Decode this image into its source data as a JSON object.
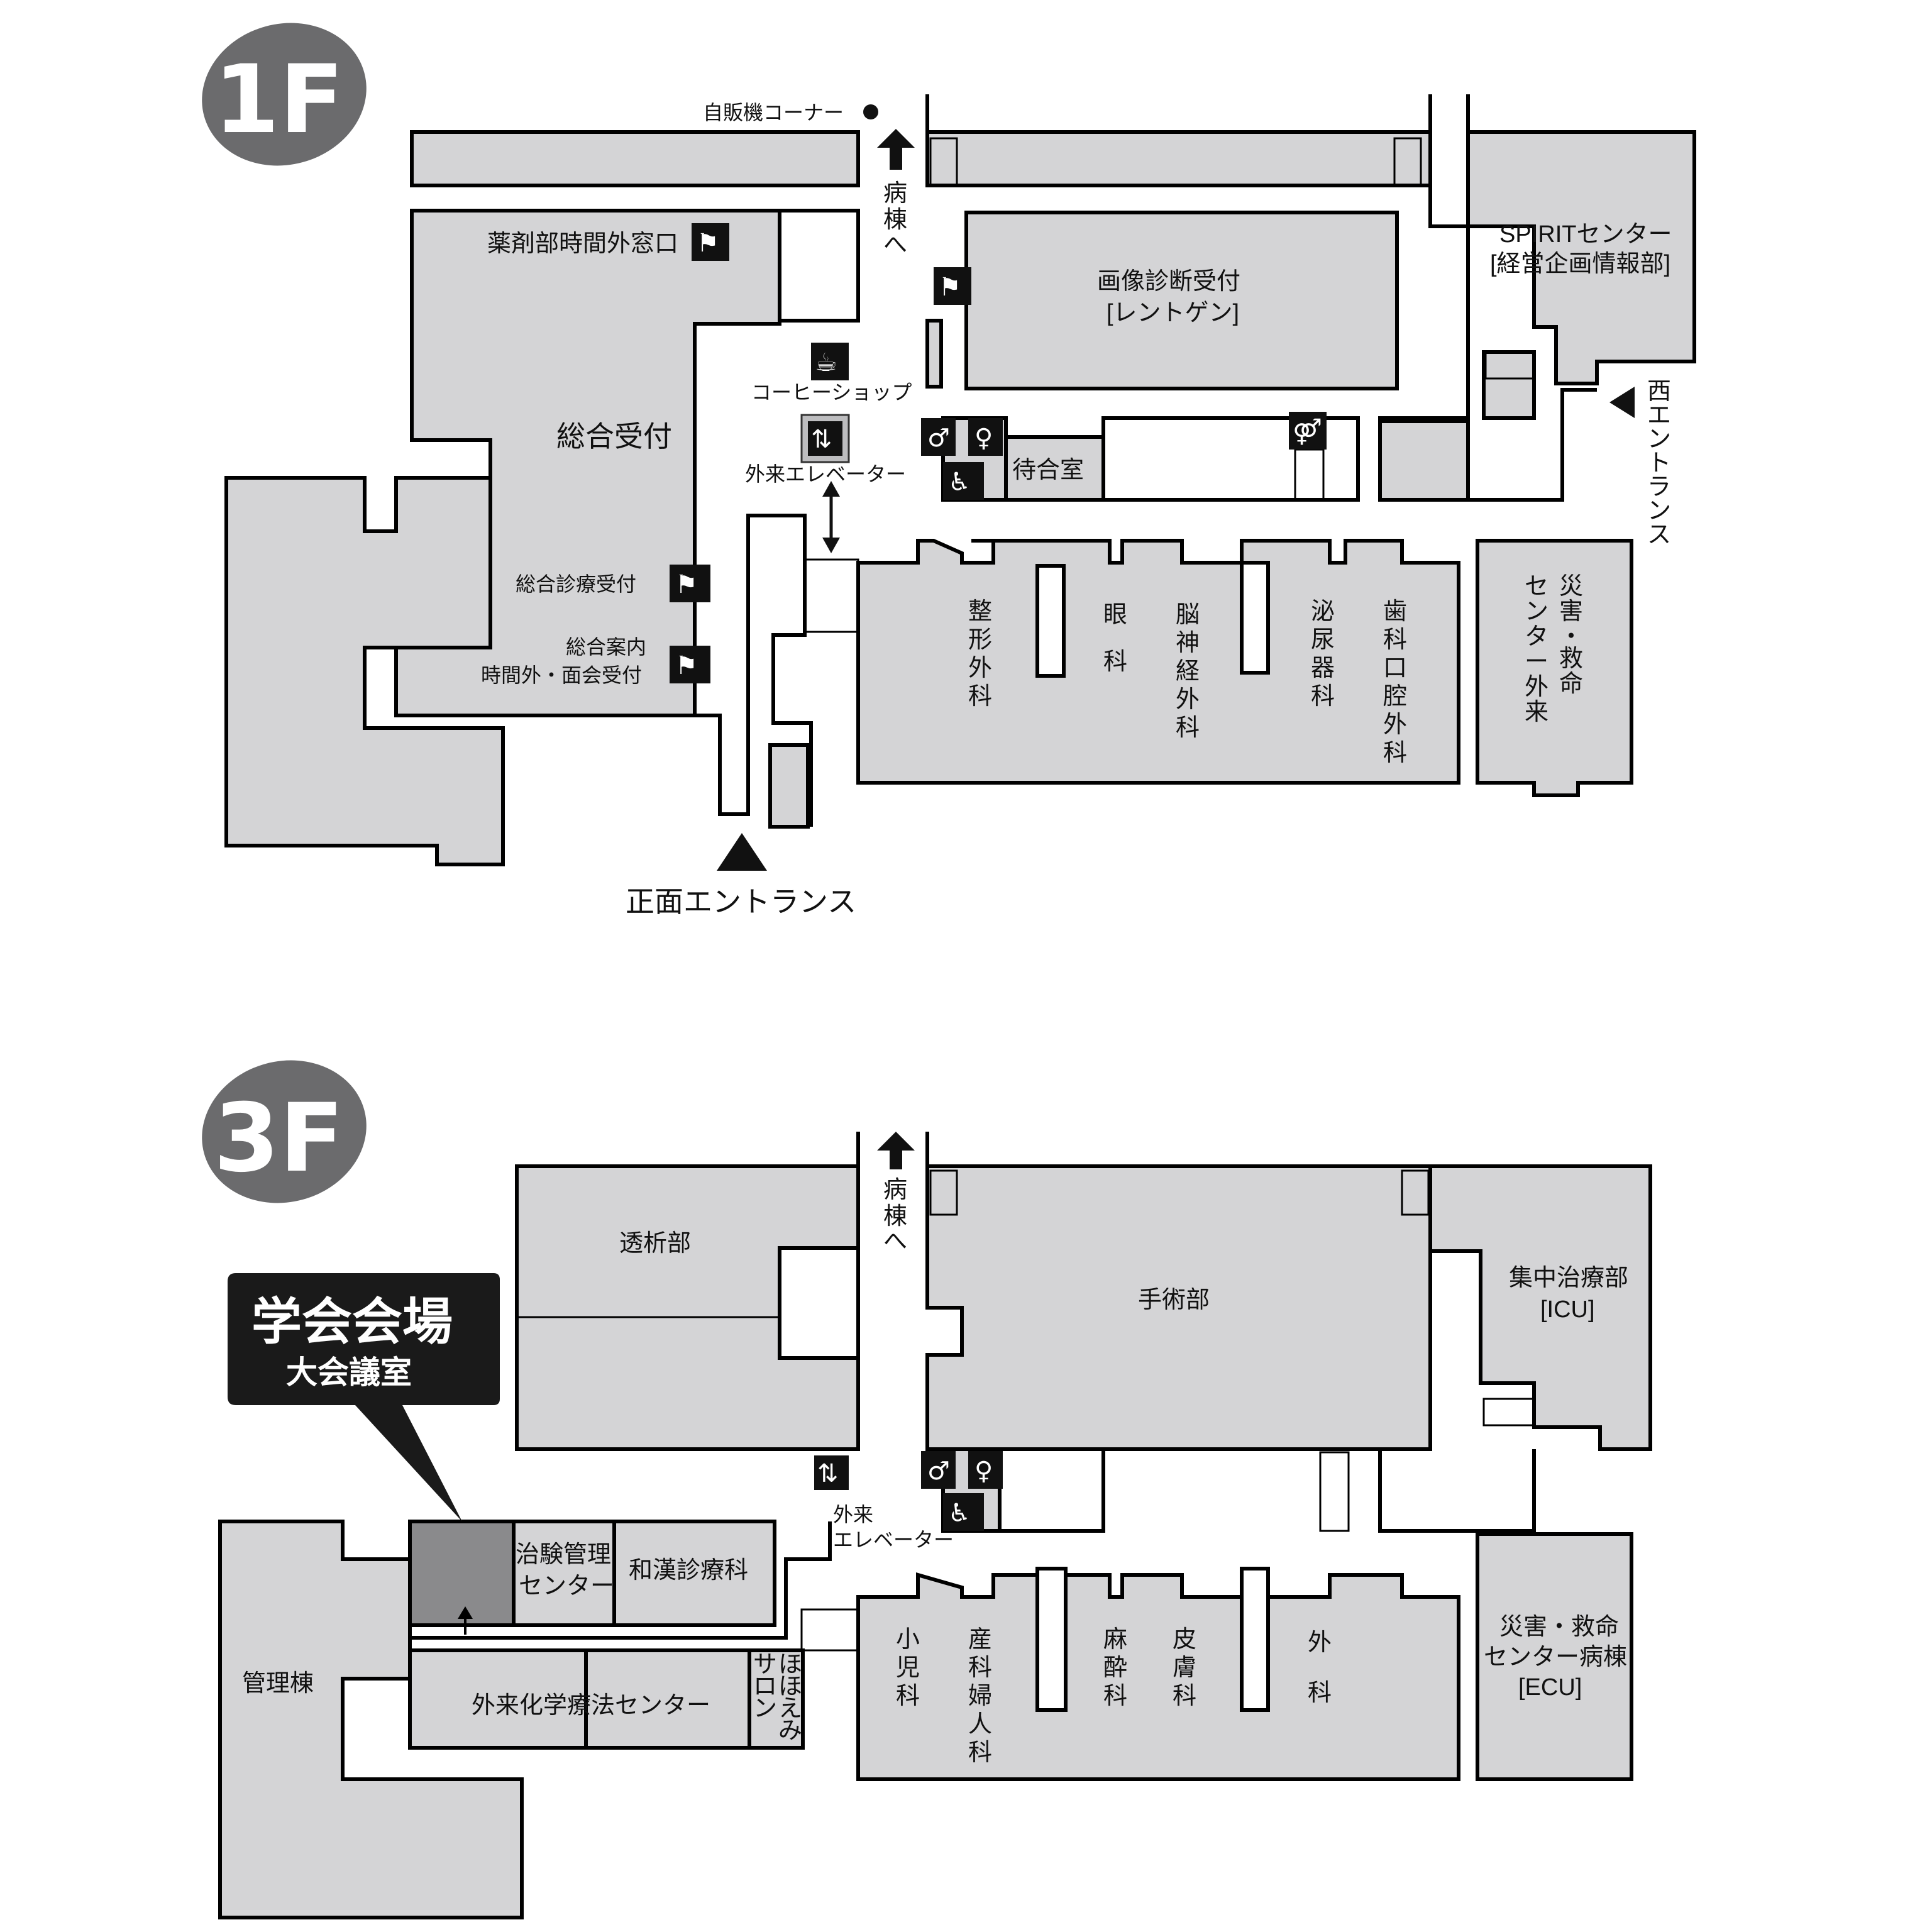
{
  "floor1": {
    "badge": "1F",
    "labels": {
      "vending": "自販機コーナー",
      "to_ward": [
        "病",
        "棟",
        "へ"
      ],
      "pharmacy": "薬剤部時間外窓口",
      "imaging": "画像診断受付",
      "imaging_sub": "[レントゲン]",
      "spirit": "SPIRITセンター",
      "spirit_sub": "[経営企画情報部]",
      "coffee": "コーヒーショップ",
      "reception": "総合受付",
      "elevator": "外来エレベーター",
      "waiting": "待合室",
      "general_clinic": "総合診療受付",
      "info1": "総合案内",
      "info2": "時間外・面会受付",
      "front_entrance": "正面エントランス",
      "west_entrance": [
        "西",
        "エ",
        "ン",
        "ト",
        "ラ",
        "ン",
        "ス"
      ],
      "ortho": [
        "整",
        "形",
        "外",
        "科"
      ],
      "eye": [
        "眼",
        "",
        "科"
      ],
      "neuro": [
        "脳",
        "神",
        "経",
        "外",
        "科"
      ],
      "uro": [
        "泌",
        "尿",
        "器",
        "科"
      ],
      "dental": [
        "歯",
        "科",
        "口",
        "腔",
        "外",
        "科"
      ],
      "emerg_a": [
        "災",
        "害",
        "・",
        "救",
        "命"
      ],
      "emerg_b": [
        "セ",
        "ン",
        "タ",
        "ー",
        "外",
        "来"
      ]
    }
  },
  "floor3": {
    "badge": "3F",
    "labels": {
      "to_ward": [
        "病",
        "棟",
        "へ"
      ],
      "dialysis": "透析部",
      "surgery": "手術部",
      "icu": "集中治療部",
      "icu_sub": "[ICU]",
      "venue": "学会会場",
      "venue_sub": "大会議室",
      "trial1": "治験管理",
      "trial2": "センター",
      "kampo": "和漢診療科",
      "elev1": "外来",
      "elev2": "エレベーター",
      "admin": "管理棟",
      "chemo": "外来化学療法センター",
      "salon_a": [
        "サ",
        "ロ",
        "ン"
      ],
      "salon_b": [
        "ほ",
        "ほ",
        "え",
        "み"
      ],
      "peds": [
        "小",
        "児",
        "科"
      ],
      "obgyn": [
        "産",
        "科",
        "婦",
        "人",
        "科"
      ],
      "anes": [
        "麻",
        "酔",
        "科"
      ],
      "derm": [
        "皮",
        "膚",
        "科"
      ],
      "surg": [
        "外",
        "",
        "科"
      ],
      "ecu1": "災害・救命",
      "ecu2": "センター病棟",
      "ecu3": "[ECU]"
    }
  },
  "colors": {
    "room": "#d4d4d6",
    "badge": "#6b6b6d",
    "venue": "#8a8a8c",
    "callout": "#1a1a1a"
  },
  "icons": [
    "counter-icon",
    "coffee-icon",
    "elevator-icon",
    "male-restroom-icon",
    "female-restroom-icon",
    "wheelchair-icon",
    "restroom-icon",
    "up-arrow-icon",
    "triangle-entrance-icon",
    "vending-dot-icon"
  ]
}
